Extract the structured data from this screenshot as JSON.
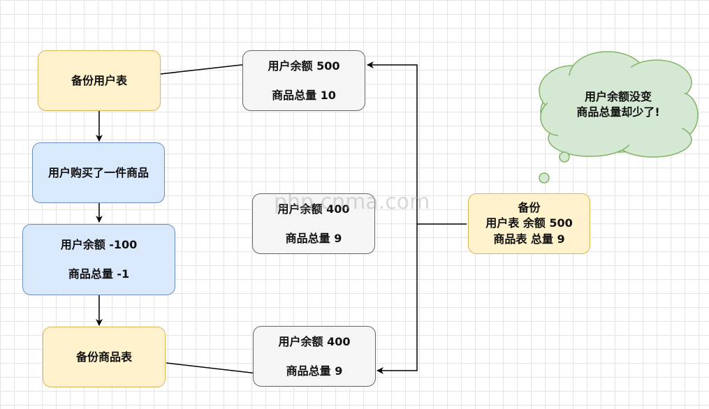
{
  "nodes": {
    "backup_user_table": "备份用户表",
    "user_buys_item": "用户购买了一件商品",
    "change": {
      "line1": "用户余额 -100",
      "line2": "商品总量 -1"
    },
    "backup_product_table": "备份商品表",
    "state_top": {
      "line1": "用户余额 500",
      "line2": "商品总量 10"
    },
    "state_mid": {
      "line1": "用户余额 400",
      "line2": "商品总量 9"
    },
    "state_bottom": {
      "line1": "用户余额 400",
      "line2": "商品总量 9"
    },
    "backup_result": {
      "line1": "备份",
      "line2": "用户表 余额 500",
      "line3": "商品表 总量 9"
    }
  },
  "thought_cloud": {
    "line1": "用户余额没变",
    "line2": "商品总量却少了!"
  },
  "watermark": "php.cnma.com",
  "colors": {
    "yellow_fill": "#fff2cc",
    "yellow_border": "#d6b656",
    "blue_fill": "#dae8fc",
    "blue_border": "#6c8ebf",
    "gray_fill": "#f5f5f5",
    "gray_border": "#666666",
    "cloud_fill": "#d5e8d4",
    "cloud_border": "#82b366"
  }
}
